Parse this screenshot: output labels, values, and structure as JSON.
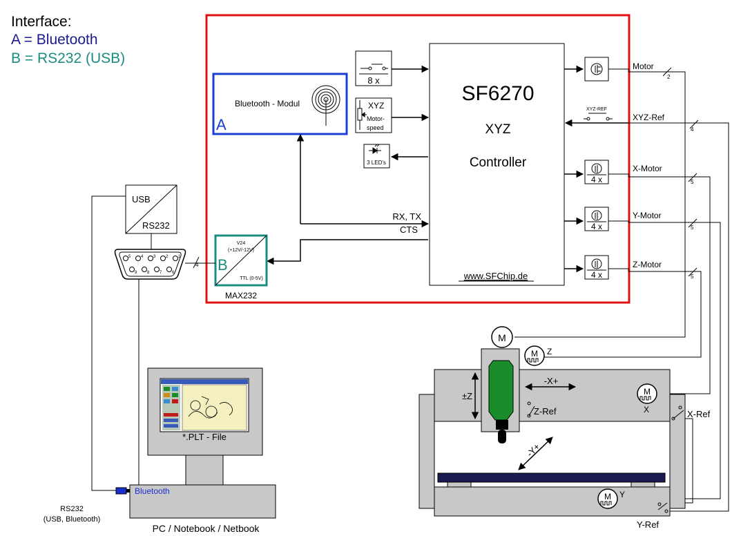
{
  "legend": {
    "title": "Interface:",
    "a_text": "A = Bluetooth",
    "b_text": "B = RS232 (USB)",
    "a_color": "#1a1a8c",
    "b_color": "#1a8c80"
  },
  "colors": {
    "controller_frame": "#e01010",
    "bluetooth_box": "#1a3fd0",
    "max232_box": "#1a8c80",
    "machine_gray": "#c8c8c8",
    "tool_green": "#1a8c2a",
    "bed_navy": "#1a1a50",
    "bluetooth_dongle": "#1a2fd0"
  },
  "bluetooth_module": {
    "label": "Bluetooth - Modul",
    "letter": "A"
  },
  "switches": {
    "label": "8 x"
  },
  "speed": {
    "title": "XYZ",
    "line1": "Motor-",
    "line2": "speed"
  },
  "leds": {
    "label": "3 LED's"
  },
  "controller": {
    "name": "SF6270",
    "line2": "XYZ",
    "line3": "Controller",
    "url": "www.SFChip.de"
  },
  "signals": {
    "rx_tx": "RX, TX",
    "cts": "CTS"
  },
  "max232": {
    "letter": "B",
    "top1": "V24",
    "top2": "(+12V/-12V)",
    "bottom": "TTL (0-5V)",
    "name": "MAX232"
  },
  "usb_rs232": {
    "top": "USB",
    "bottom": "RS232"
  },
  "db9": {
    "pins_top": [
      "5",
      "4",
      "3",
      "2",
      "1"
    ],
    "pins_bottom": [
      "9",
      "8",
      "7",
      "6"
    ]
  },
  "bus_count_4": "4",
  "outputs": {
    "motor": {
      "label": "Motor",
      "count": "2"
    },
    "xyz_ref": {
      "label": "XYZ-Ref",
      "switch_label": "XYZ-REF",
      "count": "4"
    },
    "x_motor": {
      "label": "X-Motor",
      "mult": "4 x",
      "count": "5"
    },
    "y_motor": {
      "label": "Y-Motor",
      "mult": "4 x",
      "count": "5"
    },
    "z_motor": {
      "label": "Z-Motor",
      "mult": "4 x",
      "count": "5"
    }
  },
  "machine": {
    "spindle_motor": "M",
    "z_motor": "M",
    "z_label": "Z",
    "x_motor": "M",
    "x_label": "X",
    "y_motor": "M",
    "y_label": "Y",
    "x_axis": "-X+",
    "z_axis": "±Z",
    "y_axis": "-Y+",
    "z_ref": "Z-Ref",
    "x_ref": "X-Ref",
    "y_ref": "Y-Ref"
  },
  "pc": {
    "screen_caption": "*.PLT - File",
    "bluetooth": "Bluetooth",
    "caption": "PC / Notebook / Netbook",
    "conn_line1": "RS232",
    "conn_line2": "(USB, Bluetooth)"
  }
}
